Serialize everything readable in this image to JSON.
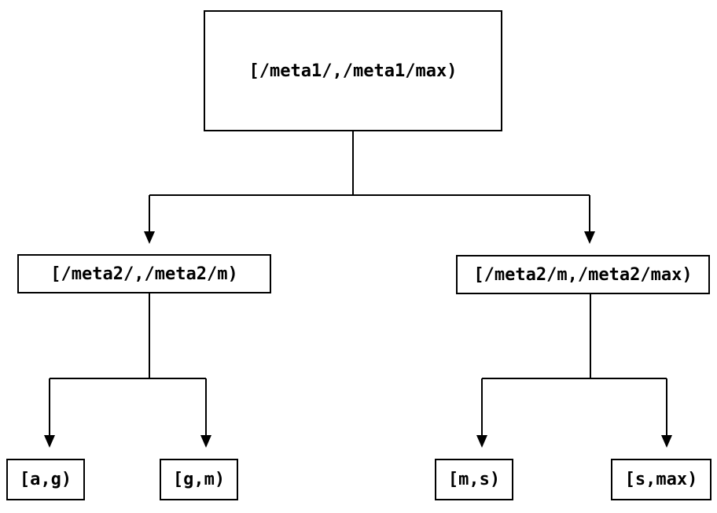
{
  "diagram": {
    "type": "tree",
    "background_color": "#ffffff",
    "line_color": "#000000",
    "node_border_color": "#000000",
    "node_fill_color": "#ffffff",
    "text_color": "#000000",
    "nodes": {
      "root": {
        "label": "[/meta1/,/meta1/max)"
      },
      "left": {
        "label": "[/meta2/,/meta2/m)"
      },
      "right": {
        "label": "[/meta2/m,/meta2/max)"
      },
      "leaf_ag": {
        "label": "[a,g)"
      },
      "leaf_gm": {
        "label": "[g,m)"
      },
      "leaf_ms": {
        "label": "[m,s)"
      },
      "leaf_smax": {
        "label": "[s,max)"
      }
    },
    "edges": [
      {
        "from": "root",
        "to": "left"
      },
      {
        "from": "root",
        "to": "right"
      },
      {
        "from": "left",
        "to": "leaf_ag"
      },
      {
        "from": "left",
        "to": "leaf_gm"
      },
      {
        "from": "right",
        "to": "leaf_ms"
      },
      {
        "from": "right",
        "to": "leaf_smax"
      }
    ]
  }
}
